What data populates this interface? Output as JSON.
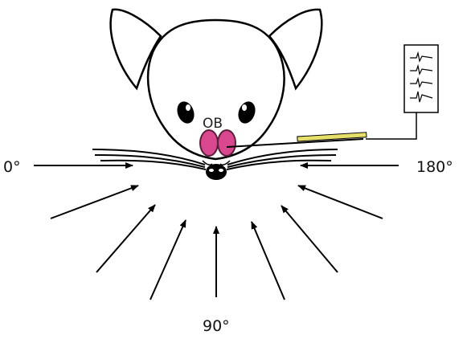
{
  "labels": {
    "left_angle": "0°",
    "right_angle": "180°",
    "bottom_angle": "90°",
    "bulb": "OB"
  },
  "colors": {
    "line": "#000000",
    "bulb_fill": "#d9488f",
    "bulb_stroke": "#5a1f3a",
    "electrode_fill": "#e6e06a",
    "face_fill": "#ffffff"
  },
  "icons": {
    "recorder": "spike-trace-icon"
  }
}
